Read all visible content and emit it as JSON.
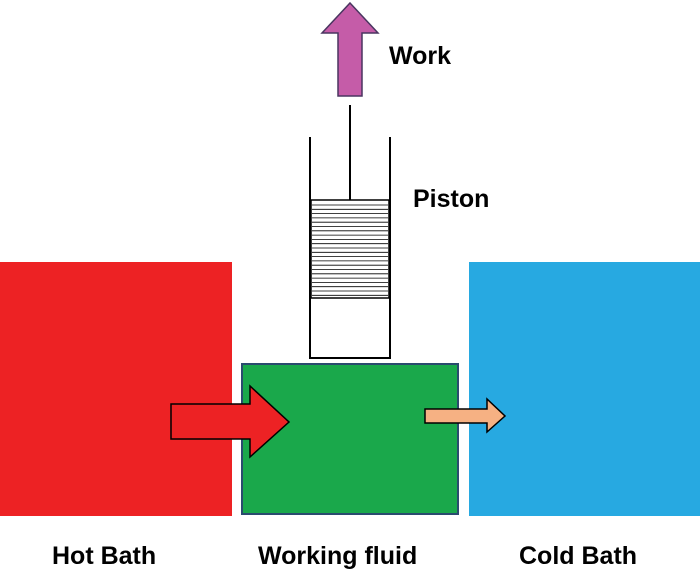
{
  "labels": {
    "work": "Work",
    "piston": "Piston",
    "hot_bath": "Hot Bath",
    "working_fluid": "Working fluid",
    "cold_bath": "Cold Bath"
  },
  "colors": {
    "hot_bath": "#ed2224",
    "working_fluid": "#1aa84b",
    "working_fluid_border": "#2a4b6e",
    "cold_bath": "#27a9e1",
    "heat_in_arrow": "#ed2224",
    "heat_out_arrow": "#f6b183",
    "work_arrow": "#c55ca8",
    "outline": "#000000"
  },
  "icons": {
    "heat_in": "right-arrow-icon",
    "heat_out": "right-arrow-icon",
    "work": "up-arrow-icon"
  }
}
